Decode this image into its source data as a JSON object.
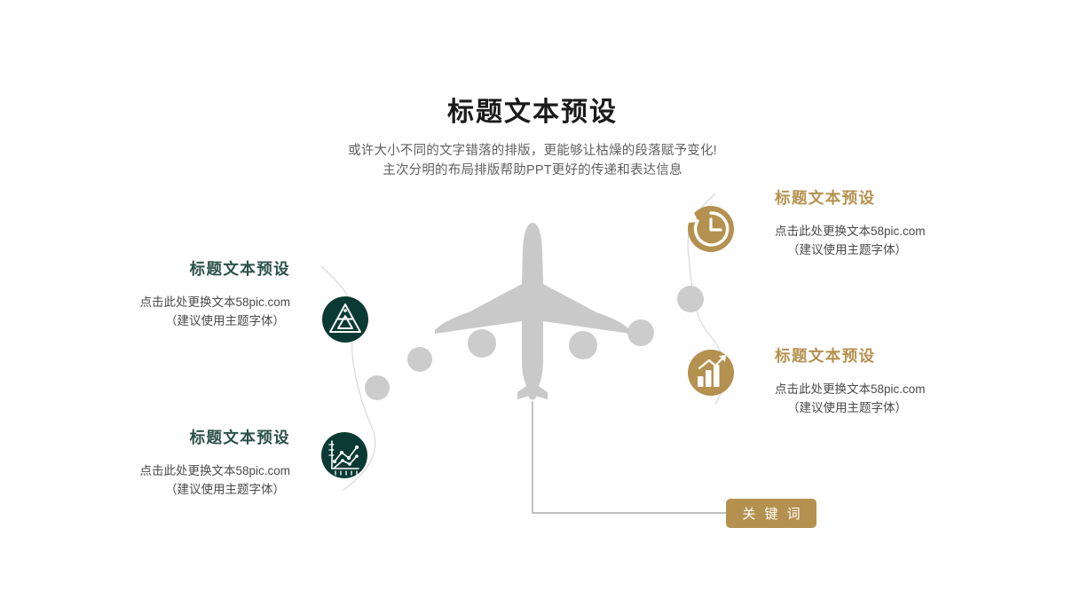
{
  "header": {
    "title": "标题文本预设",
    "subtitle_line1": "或许大小不同的文字错落的排版，更能够让枯燥的段落赋予变化!",
    "subtitle_line2": "主次分明的布局排版帮助PPT更好的传递和表达信息"
  },
  "colors": {
    "green": "#0a3a33",
    "green_text": "#2c5148",
    "gold": "#b5914f",
    "plane_gray": "#c9c9c9",
    "dot_gray": "#cccccc",
    "arc_gray": "#d8d8d8",
    "title_dark": "#1a1a1a",
    "body_gray": "#4a4a4a",
    "subtitle_gray": "#5f5f5f"
  },
  "blocks": {
    "left_top": {
      "title": "标题文本预设",
      "body_line1": "点击此处更换文本58pic.com",
      "body_line2": "（建议使用主题字体）",
      "icon": "pyramid-triangle-icon",
      "accent": "#0a3a33"
    },
    "left_bottom": {
      "title": "标题文本预设",
      "body_line1": "点击此处更换文本58pic.com",
      "body_line2": "（建议使用主题字体）",
      "icon": "line-chart-icon",
      "accent": "#0a3a33"
    },
    "right_top": {
      "title": "标题文本预设",
      "body_line1": "点击此处更换文本58pic.com",
      "body_line2": "（建议使用主题字体）",
      "icon": "clock-history-icon",
      "accent": "#b5914f"
    },
    "right_bottom": {
      "title": "标题文本预设",
      "body_line1": "点击此处更换文本58pic.com",
      "body_line2": "（建议使用主题字体）",
      "icon": "bar-chart-growth-icon",
      "accent": "#b5914f"
    }
  },
  "center": {
    "graphic": "airplane-top-view-icon"
  },
  "keyword": {
    "label": "关 键 词"
  }
}
